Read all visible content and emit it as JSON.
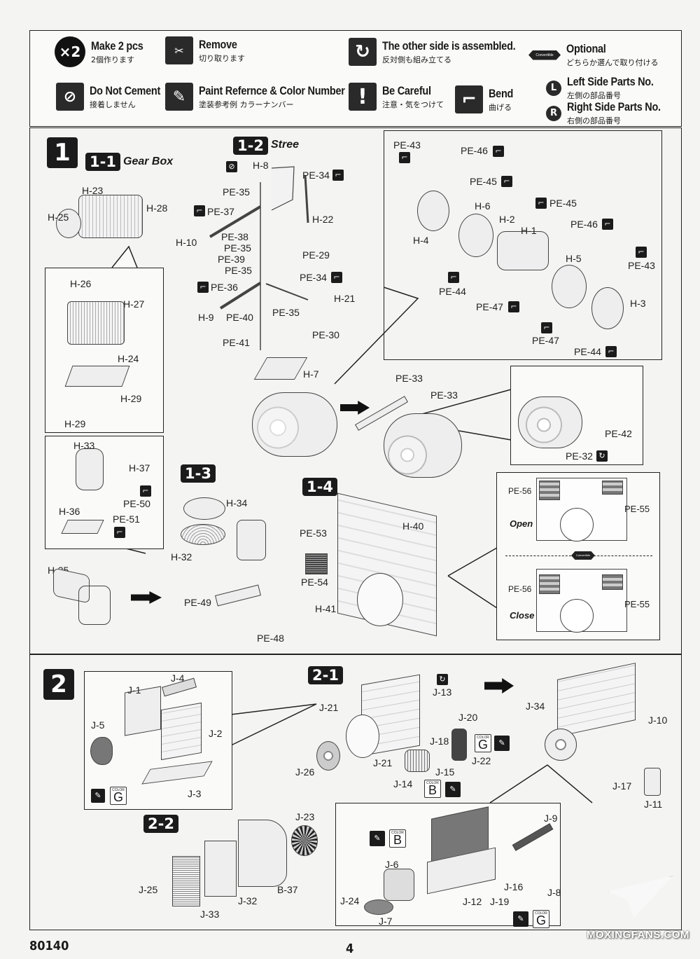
{
  "legend": {
    "items": [
      {
        "icon": "x2-icon",
        "glyph": "×2",
        "title": "Make 2 pcs",
        "sub": "2個作ります"
      },
      {
        "icon": "remove-icon",
        "glyph": "✂",
        "title": "Remove",
        "sub": "切り取ります"
      },
      {
        "icon": "other-side-icon",
        "glyph": "↻",
        "title": "The other side is assembled.",
        "sub": "反対側も組み立てる"
      },
      {
        "icon": "optional-icon",
        "glyph": "Convertible",
        "title": "Optional",
        "sub": "どちらか選んで取り付ける"
      },
      {
        "icon": "no-cement-icon",
        "glyph": "⊘",
        "title": "Do Not Cement",
        "sub": "接着しません"
      },
      {
        "icon": "paint-icon",
        "glyph": "✎",
        "title": "Paint Refernce & Color Number",
        "sub": "塗装参考例 カラーナンバー"
      },
      {
        "icon": "be-careful-icon",
        "glyph": "!",
        "title": "Be Careful",
        "sub": "注意・気をつけて"
      },
      {
        "icon": "bend-icon",
        "glyph": "⌐",
        "title": "Bend",
        "sub": "曲げる"
      },
      {
        "icon": "left-side-icon",
        "glyph": "L",
        "title": "Left Side Parts No.",
        "sub": "左側の部品番号"
      },
      {
        "icon": "right-side-icon",
        "glyph": "R",
        "title": "Right Side Parts No.",
        "sub": "右側の部品番号"
      }
    ]
  },
  "step1": {
    "number": "1",
    "sub1": {
      "badge": "1-1",
      "title": "Gear Box"
    },
    "sub2": {
      "badge": "1-2",
      "title": "Stree"
    },
    "sub3": {
      "badge": "1-3"
    },
    "sub4": {
      "badge": "1-4"
    },
    "gearbox_labels": [
      "H-23",
      "H-25",
      "H-28",
      "H-26",
      "H-27",
      "H-24",
      "H-29",
      "H-29"
    ],
    "seat_labels": [
      "H-33",
      "H-37",
      "PE-50",
      "H-36",
      "PE-51",
      "H-35"
    ],
    "steer_labels": [
      "H-8",
      "PE-34",
      "PE-35",
      "PE-37",
      "H-22",
      "H-10",
      "PE-38",
      "PE-35",
      "PE-39",
      "PE-29",
      "PE-35",
      "PE-34",
      "PE-36",
      "H-21",
      "H-9",
      "PE-40",
      "PE-35",
      "PE-30",
      "PE-41",
      "H-7"
    ],
    "wheel_labels": [
      "PE-43",
      "PE-46",
      "PE-45",
      "H-6",
      "H-2",
      "H-1",
      "H-4",
      "PE-45",
      "PE-46",
      "H-5",
      "PE-43",
      "PE-44",
      "PE-47",
      "H-3",
      "PE-47",
      "PE-44"
    ],
    "assembly_labels": [
      "PE-33",
      "PE-33",
      "PE-42",
      "PE-32"
    ],
    "seat13_labels": [
      "H-34",
      "H-32",
      "PE-49",
      "PE-48"
    ],
    "panel_labels": [
      "H-40",
      "PE-53",
      "PE-54",
      "H-41"
    ],
    "option": {
      "open_label": "Open",
      "close_label": "Close",
      "convertible": "Convertible",
      "parts": [
        "PE-56",
        "PE-55",
        "PE-56",
        "PE-55"
      ]
    }
  },
  "step2": {
    "number": "2",
    "sub1": {
      "badge": "2-1"
    },
    "sub2": {
      "badge": "2-2"
    },
    "block_labels": [
      "J-1",
      "J-4",
      "J-5",
      "J-2",
      "J-3"
    ],
    "block_color": "G",
    "engine_labels": [
      "J-21",
      "J-13",
      "J-20",
      "J-18",
      "J-22",
      "J-21",
      "J-26",
      "J-15",
      "J-14"
    ],
    "engine_colors": [
      "G",
      "B"
    ],
    "engine_r_labels": [
      "J-34",
      "J-10",
      "J-17",
      "J-11"
    ],
    "fan_labels": [
      "J-23",
      "J-25",
      "J-32",
      "B-37",
      "J-33"
    ],
    "detail_labels": [
      "J-9",
      "J-6",
      "J-16",
      "J-24",
      "J-12",
      "J-19",
      "J-8",
      "J-7"
    ],
    "detail_colors": [
      "B",
      "G"
    ],
    "color_word": "COLOR"
  },
  "footer": {
    "code": "80140",
    "page": "4"
  },
  "watermark": "MOXINGFANS.COM"
}
